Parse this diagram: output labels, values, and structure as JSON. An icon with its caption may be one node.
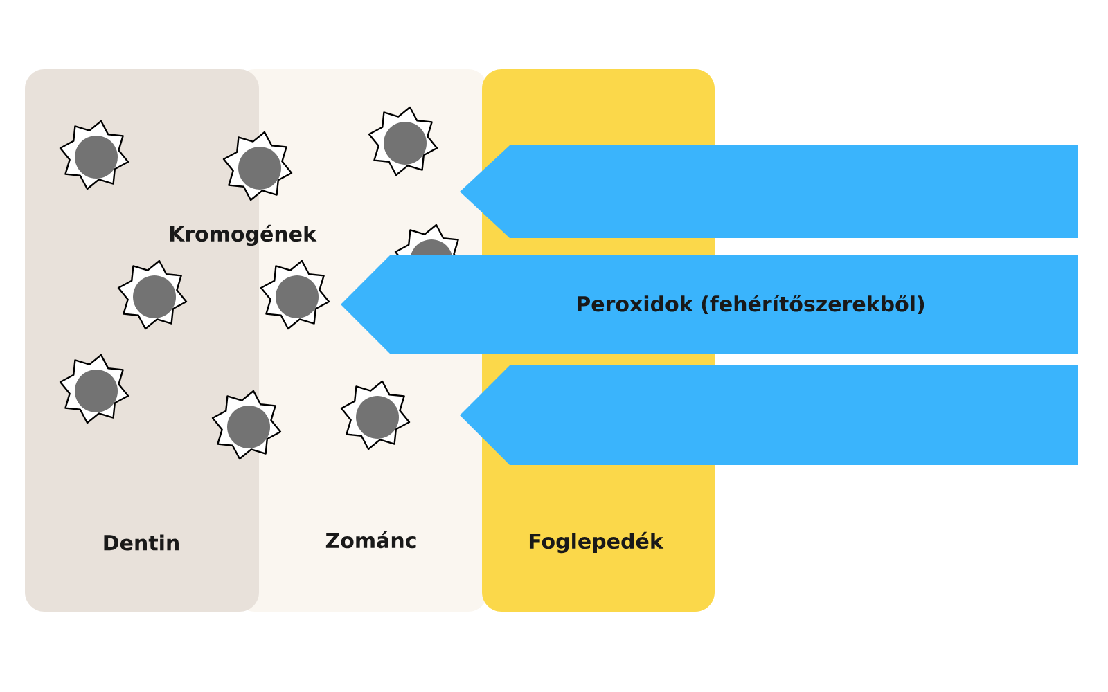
{
  "diagram": {
    "nodes": [
      {
        "text": [
          "Dentin"
        ]
      },
      {
        "text": [
          "Zománc"
        ]
      },
      {
        "text": [
          "Foglepedék"
        ]
      },
      {
        "text": [],
        "shape": "arrow"
      },
      {
        "text": [
          "Peroxidok (fehérítőszerekből)"
        ]
      },
      {
        "text": [],
        "shape": "arrow"
      }
    ],
    "labels": [
      "Kromogének"
    ]
  }
}
